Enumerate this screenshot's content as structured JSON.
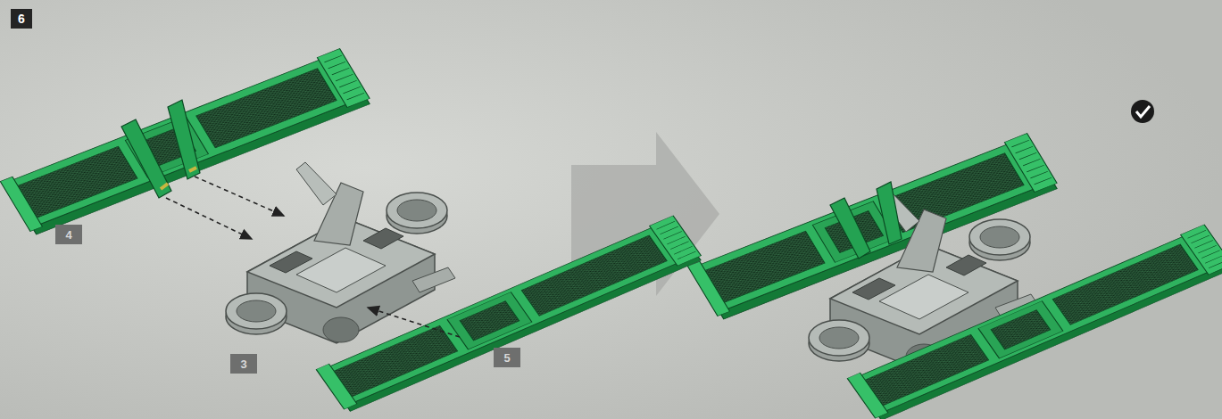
{
  "diagram": {
    "labels": [
      "6",
      "4",
      "3",
      "5"
    ]
  }
}
